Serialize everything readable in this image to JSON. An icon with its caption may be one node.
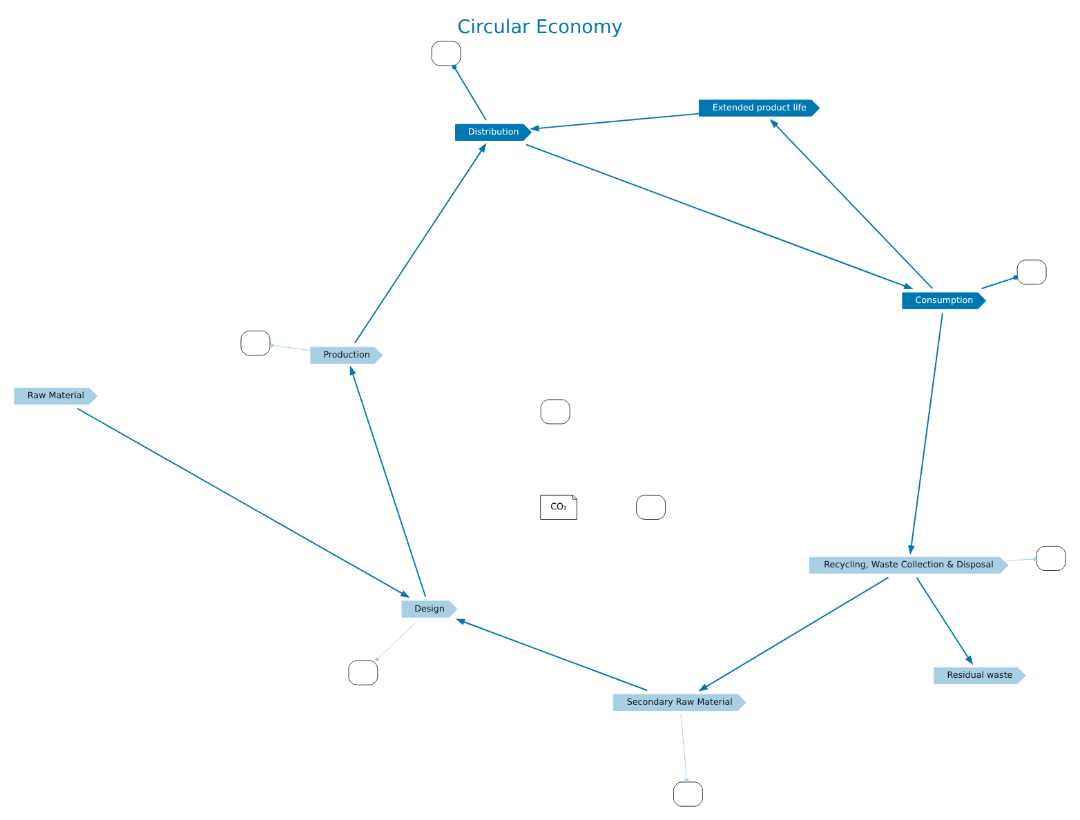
{
  "diagram": {
    "title": "Circular Economy",
    "nodes": [
      {
        "text": [
          "Raw Material"
        ]
      },
      {
        "text": [
          "Design"
        ]
      },
      {
        "text": [
          "Production"
        ]
      },
      {
        "text": [
          "Distribution"
        ]
      },
      {
        "text": [
          "Consumption"
        ]
      },
      {
        "text": [
          "Extended product life"
        ]
      },
      {
        "text": [
          "Recycling, Waste Collection & Disposal"
        ]
      },
      {
        "text": [
          "Residual waste"
        ]
      },
      {
        "text": [
          "Secondary Raw Material"
        ]
      },
      {
        "text": [],
        "shape": "box"
      },
      {
        "text": [],
        "shape": "box"
      },
      {
        "text": [],
        "shape": "box"
      },
      {
        "text": [],
        "shape": "box"
      },
      {
        "text": [],
        "shape": "box"
      },
      {
        "text": [],
        "shape": "box"
      },
      {
        "text": [],
        "shape": "box"
      },
      {
        "text": [
          "CO₂"
        ]
      },
      {
        "text": [],
        "shape": "box"
      }
    ],
    "edges": [
      {
        "from": 0,
        "to": 1,
        "arrow": "to"
      },
      {
        "from": 8,
        "to": 1,
        "arrow": "to"
      },
      {
        "from": 1,
        "to": 2,
        "arrow": "to"
      },
      {
        "from": 2,
        "to": 3,
        "arrow": "to"
      },
      {
        "from": 3,
        "to": 4,
        "arrow": "to"
      },
      {
        "from": 4,
        "to": 5,
        "arrow": "to"
      },
      {
        "from": 5,
        "to": 3,
        "arrow": "to"
      },
      {
        "from": 4,
        "to": 6,
        "arrow": "to"
      },
      {
        "from": 6,
        "to": 7,
        "arrow": "to"
      },
      {
        "from": 6,
        "to": 8,
        "arrow": "to"
      },
      {
        "from": 1,
        "to": 10,
        "arrow": "other",
        "color": "#a8cfe3"
      },
      {
        "from": 2,
        "to": 11,
        "arrow": "other",
        "color": "#a8cfe3"
      },
      {
        "from": 3,
        "to": 12,
        "arrow": "other"
      },
      {
        "from": 4,
        "to": 13,
        "arrow": "other"
      },
      {
        "from": 6,
        "to": 14,
        "arrow": "other",
        "color": "#a8cfe3"
      },
      {
        "from": 8,
        "to": 15,
        "arrow": "other",
        "color": "#a8cfe3"
      }
    ]
  }
}
